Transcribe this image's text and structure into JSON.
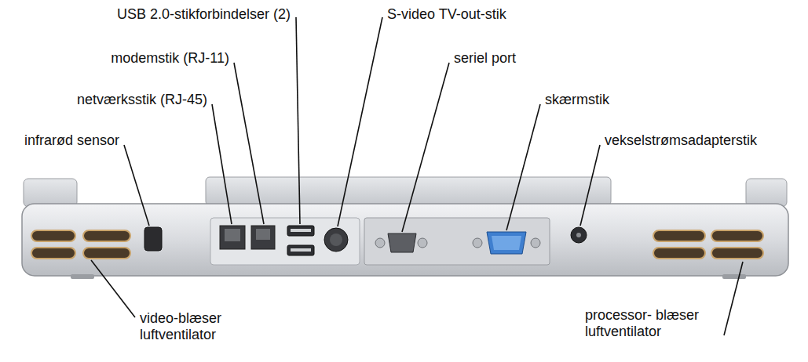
{
  "diagram": {
    "labels": [
      "USB 2.0-stikforbindelser (2)",
      "modemstik (RJ-11)",
      "netværksstik (RJ-45)",
      "infrarød sensor",
      "S-video TV-out-stik",
      "seriel port",
      "skærmstik",
      "vekselstrømsadapterstik",
      "video-blæser luftventilator",
      "processor- blæser luftventilator"
    ]
  }
}
